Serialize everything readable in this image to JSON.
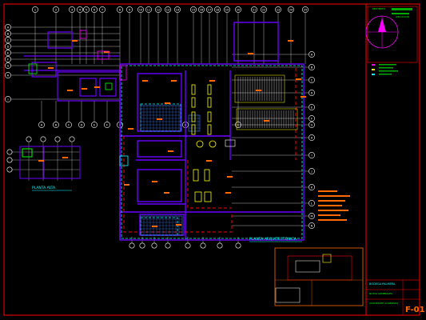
{
  "drawing": {
    "plan_title": "PLANTA ARQUITECTONICA",
    "upper_plan_title": "PLANTA ALTA",
    "sheet_number": "F-01",
    "titleblock_project": "BODEGA PALMERA",
    "titleblock_notes": [
      "NOTAS GENERALES",
      "CUADRO DE ACABADOS"
    ],
    "titleblock_top_notes": [
      "PROYECTO",
      "UBICACION"
    ],
    "colors": {
      "background": "#000000",
      "frame": "#ff0000",
      "walls": "#6a00ff",
      "axes": "#ffffff",
      "annotation": "#ff6a00",
      "fixtures": "#ffff00",
      "cyan": "#00ffff",
      "green": "#00ff00",
      "magenta": "#ff00ff"
    },
    "top_axes": [
      "1",
      "2",
      "3",
      "4",
      "5",
      "6",
      "7",
      "8",
      "9",
      "10",
      "11",
      "12",
      "13",
      "14",
      "15",
      "16",
      "17",
      "18",
      "19",
      "20",
      "21",
      "22",
      "23",
      "24",
      "25"
    ],
    "left_axes": [
      "A",
      "B",
      "C",
      "D",
      "E",
      "F",
      "G",
      "H",
      "I"
    ],
    "bottom_axes": [
      "A",
      "B",
      "C",
      "D",
      "E",
      "F",
      "G",
      "H",
      "I"
    ],
    "right_axes": [
      "A",
      "B",
      "C",
      "D",
      "E",
      "F",
      "G",
      "H",
      "I",
      "J",
      "K",
      "L",
      "M",
      "N"
    ]
  }
}
